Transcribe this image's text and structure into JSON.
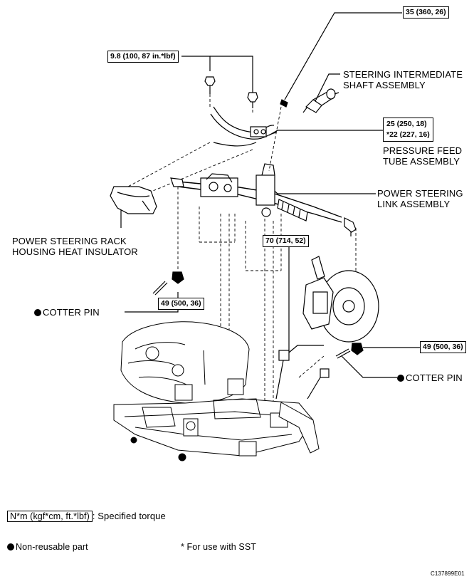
{
  "labels": {
    "intermediate_shaft_l1": "STEERING INTERMEDIATE",
    "intermediate_shaft_l2": "SHAFT ASSEMBLY",
    "pressure_feed_l1": "PRESSURE FEED",
    "pressure_feed_l2": "TUBE ASSEMBLY",
    "ps_link_l1": "POWER STEERING",
    "ps_link_l2": "LINK ASSEMBLY",
    "heat_insulator_l1": "POWER STEERING RACK",
    "heat_insulator_l2": "HOUSING HEAT INSULATOR",
    "cotter_pin_left": "COTTER PIN",
    "cotter_pin_right": "COTTER PIN"
  },
  "torques": {
    "shaft_bolt": "35 (360, 26)",
    "rack_bolts": "9.8 (100, 87 in.*lbf)",
    "feed_tube_1": "25 (250, 18)",
    "feed_tube_2": "*22 (227, 16)",
    "crossmember_bolt": "70 (714, 52)",
    "tie_rod_nut_left": "49 (500, 36)",
    "tie_rod_nut_right": "49 (500, 36)"
  },
  "legend": {
    "torque_unit": "N*m (kgf*cm, ft.*lbf)",
    "torque_desc": ": Specified torque",
    "non_reusable": "Non-reusable part",
    "sst_note": "* For use with SST"
  },
  "figure_id": "C137899E01"
}
